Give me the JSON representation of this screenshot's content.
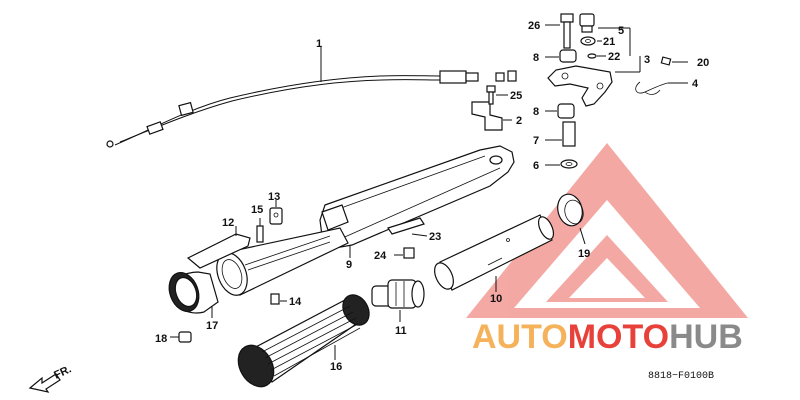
{
  "diagram": {
    "part_labels": [
      {
        "id": "p1",
        "text": "1"
      },
      {
        "id": "p2",
        "text": "2"
      },
      {
        "id": "p3",
        "text": "3"
      },
      {
        "id": "p4",
        "text": "4"
      },
      {
        "id": "p5",
        "text": "5"
      },
      {
        "id": "p6",
        "text": "6"
      },
      {
        "id": "p7",
        "text": "7"
      },
      {
        "id": "p8a",
        "text": "8"
      },
      {
        "id": "p8b",
        "text": "8"
      },
      {
        "id": "p9",
        "text": "9"
      },
      {
        "id": "p10",
        "text": "10"
      },
      {
        "id": "p11",
        "text": "11"
      },
      {
        "id": "p12",
        "text": "12"
      },
      {
        "id": "p13",
        "text": "13"
      },
      {
        "id": "p14",
        "text": "14"
      },
      {
        "id": "p15",
        "text": "15"
      },
      {
        "id": "p16",
        "text": "16"
      },
      {
        "id": "p17",
        "text": "17"
      },
      {
        "id": "p18",
        "text": "18"
      },
      {
        "id": "p19",
        "text": "19"
      },
      {
        "id": "p20",
        "text": "20"
      },
      {
        "id": "p21",
        "text": "21"
      },
      {
        "id": "p22",
        "text": "22"
      },
      {
        "id": "p23",
        "text": "23"
      },
      {
        "id": "p24",
        "text": "24"
      },
      {
        "id": "p25",
        "text": "25"
      },
      {
        "id": "p26",
        "text": "26"
      }
    ],
    "front_indicator": "FR.",
    "diagram_code": "8818−F0100B"
  },
  "watermark": {
    "part1": "AUTO",
    "part2": "MOTO",
    "part3": "HUB",
    "color_orange": "#f5b25a",
    "color_red": "#e8413a",
    "color_gray": "#8a8a8a"
  }
}
